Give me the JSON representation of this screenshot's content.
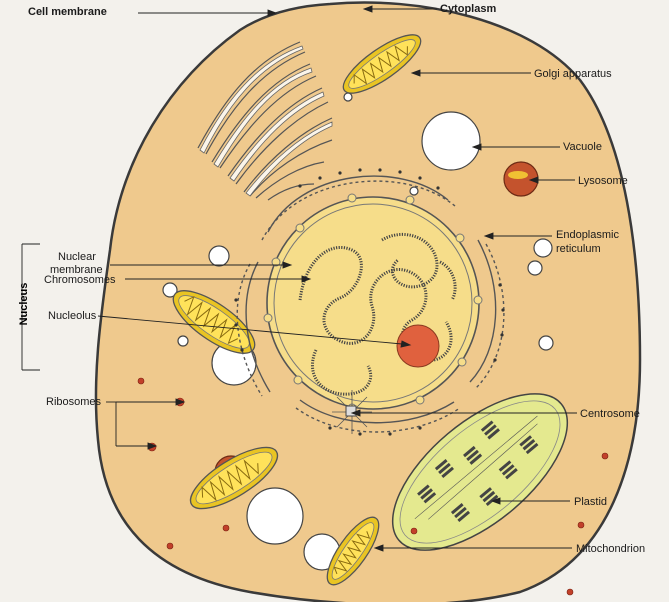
{
  "labels": {
    "cell_membrane": "Cell membrane",
    "cytoplasm": "Cytoplasm",
    "golgi": "Golgi apparatus",
    "vacuole": "Vacuole",
    "lysosome": "Lysosome",
    "er": "Endoplasmic\nreticulum",
    "er_line1": "Endoplasmic",
    "er_line2": "reticulum",
    "nucleus": "Nucleus",
    "nuclear_membrane_1": "Nuclear",
    "nuclear_membrane_2": "membrane",
    "chromosomes": "Chromosomes",
    "nucleolus": "Nucleolus",
    "ribosomes": "Ribosomes",
    "centrosome": "Centrosome",
    "plastid": "Plastid",
    "mitochondrion": "Mitochondrion"
  },
  "colors": {
    "cytoplasm": "#efc98d",
    "membrane": "#3a3a3a",
    "nucleus_fill": "#f6dd8a",
    "mitochondria_fill": "#e9c423",
    "mitochondria_inner": "#ffe25a",
    "plastid_fill": "#e4e98f",
    "lysosome_fill": "#c4532d",
    "nucleolus_fill": "#e0613e",
    "vacuole_fill": "#ffffff",
    "ribosome_fill": "#c2402a",
    "page_bg": "#f3f1ec"
  }
}
